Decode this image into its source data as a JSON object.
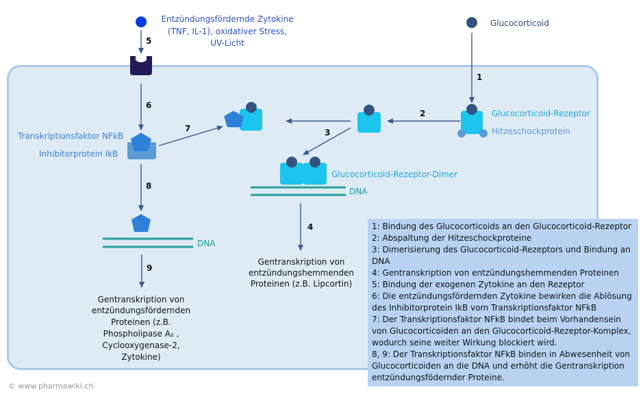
{
  "labels": {
    "zytokine_line1": "Entzündungsfördernde Zytokine",
    "zytokine_line2": "(TNF, IL-1), oxidativer Stress,",
    "zytokine_line3": "UV-Licht",
    "glucocorticoid": "Glucocorticoid",
    "gc_rezeptor": "Glucocorticoid-Rezeptor",
    "hitzeschock": "Hitzeschockprotein",
    "nfkb": "Transkriptionsfaktor NFkB",
    "ikb": "Inhibitorprotein IkB",
    "dimer": "Glucocorticoid-Rezeptor-Dimer",
    "dna_right": "DNA",
    "dna_left": "DNA",
    "hemmend_line1": "Gentranskription von",
    "hemmend_line2": "entzündungshemmenden",
    "hemmend_line3": "Proteinen (z.B. Lipcortin)",
    "foerdernd_line1": "Gentranskription von",
    "foerdernd_line2": "entzündungsfördernden",
    "foerdernd_line3": "Proteinen (z.B.",
    "foerdernd_line4": "Phospholipase A₂ ,",
    "foerdernd_line5": "Cyclooxygenase-2,",
    "foerdernd_line6": "Zytokine)"
  },
  "steps": {
    "s1": "1",
    "s2": "2",
    "s3": "3",
    "s4": "4",
    "s5": "5",
    "s6": "6",
    "s7": "7",
    "s8": "8",
    "s9": "9"
  },
  "legend": [
    "1: Bindung des Glucocorticoids an den Glucocorticoid-Rezeptor",
    "2: Abspaltung der Hitzeschockproteine",
    "3: Dimerisierung des Glucocorticoid-Rezeptors und Bindung an DNA",
    "4: Gentranskription von entzündungshemmenden Proteinen",
    "5: Bindung der exogenen Zytokine an den Rezeptor",
    "6: Die entzündungsfördernden Zytokine bewirken die Ablösung des Inhibitorprotein IkB vom Transkriptionsfaktor NFkB",
    "7: Der Transkriptionsfaktor NFkB bindet beim Vorhandensein von Glucocorticoiden an den Glucocorticoid-Rezeptor-Komplex, wodurch seine weiter Wirkung blockiert wird.",
    "8, 9: Der Transkriptionsfaktor NFkB binden in Abwesenheit von Glucocorticoiden an die DNA und erhöht die Gentranskription entzündungsfödernder Proteine."
  ],
  "copyright": "© www.pharmawiki.ch",
  "colors": {
    "cell_fill": "#deebf5",
    "cell_border": "#a9c8ea",
    "receptor": "#1cc4ee",
    "ligand": "#34547f",
    "nfkb": "#2f80d8",
    "zytokine": "#0a3de0",
    "membrane_receptor": "#221b55",
    "dna": "#2a9c9c",
    "arrow": "#3a5a8a",
    "legend_bg": "#b8d3f2"
  }
}
